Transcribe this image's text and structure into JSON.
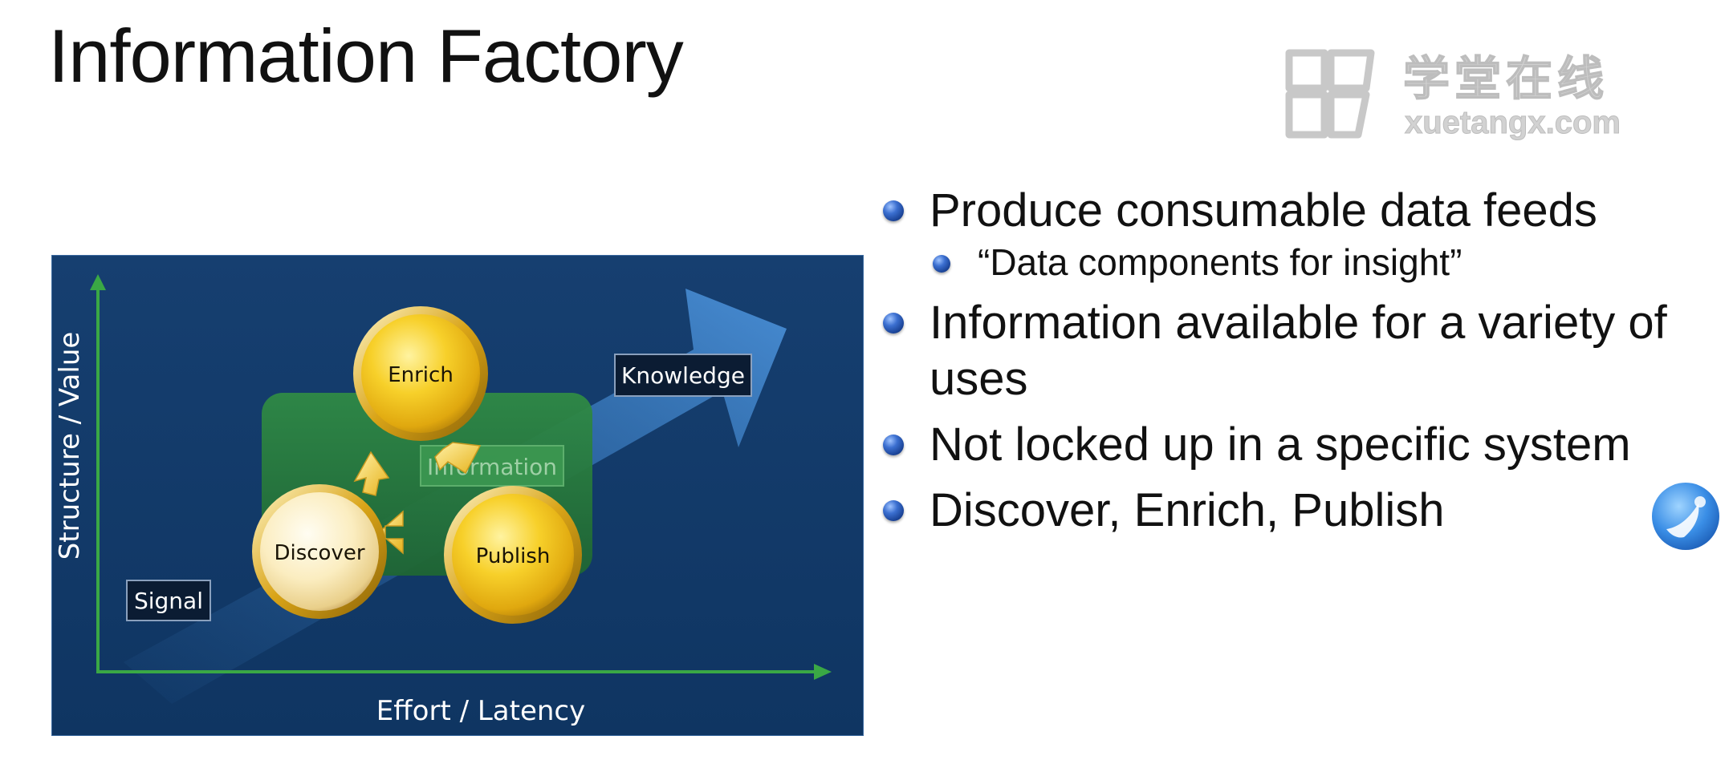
{
  "slide": {
    "title": "Information Factory"
  },
  "watermark": {
    "name_cn": "学堂在线",
    "domain": "xuetangx.com"
  },
  "diagram": {
    "y_axis_label": "Structure / Value",
    "x_axis_label": "Effort / Latency",
    "signal_label": "Signal",
    "knowledge_label": "Knowledge",
    "information_label": "Information",
    "nodes": {
      "enrich": "Enrich",
      "discover": "Discover",
      "publish": "Publish"
    }
  },
  "bullets": [
    {
      "level": 1,
      "text": "Produce consumable data feeds"
    },
    {
      "level": 2,
      "text": "“Data components for insight”"
    },
    {
      "level": 1,
      "text": "Information available for a variety of uses"
    },
    {
      "level": 1,
      "text": "Not locked up in a specific system"
    },
    {
      "level": 1,
      "text": "Discover, Enrich, Publish"
    }
  ],
  "colors": {
    "panel_background": "#123b6b",
    "axis_green": "#3aa845",
    "information_box": "#2a7a3e",
    "node_gold": "#f2c21b",
    "node_pale": "#fbe9b0",
    "bullet_blue": "#2f62c4"
  }
}
